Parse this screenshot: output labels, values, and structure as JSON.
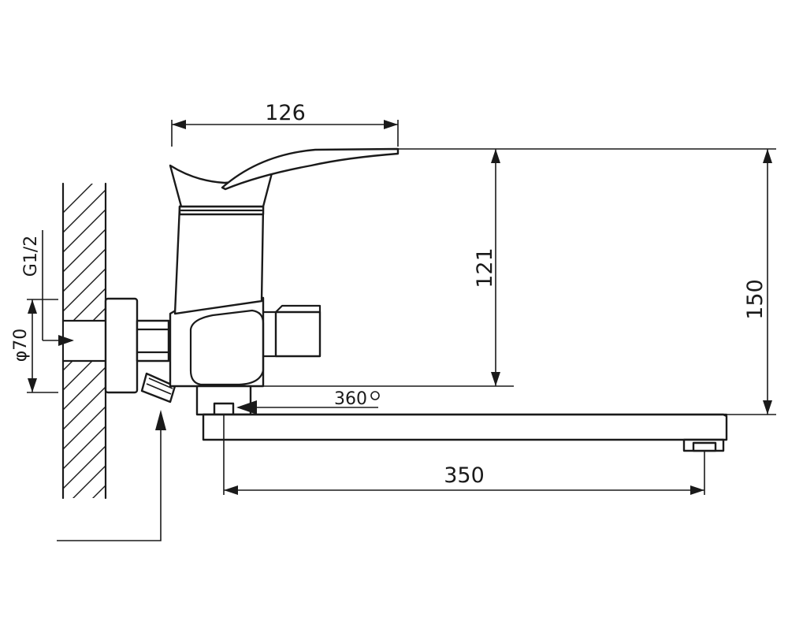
{
  "dimensions": {
    "handle_reach": "126",
    "outlet_height": "121",
    "total_height": "150",
    "spout_length": "350",
    "rotation": "360",
    "connection_thread": "G1/2",
    "flange_diameter": "φ70"
  },
  "colors": {
    "line": "#1a1a1a",
    "background": "#ffffff"
  }
}
